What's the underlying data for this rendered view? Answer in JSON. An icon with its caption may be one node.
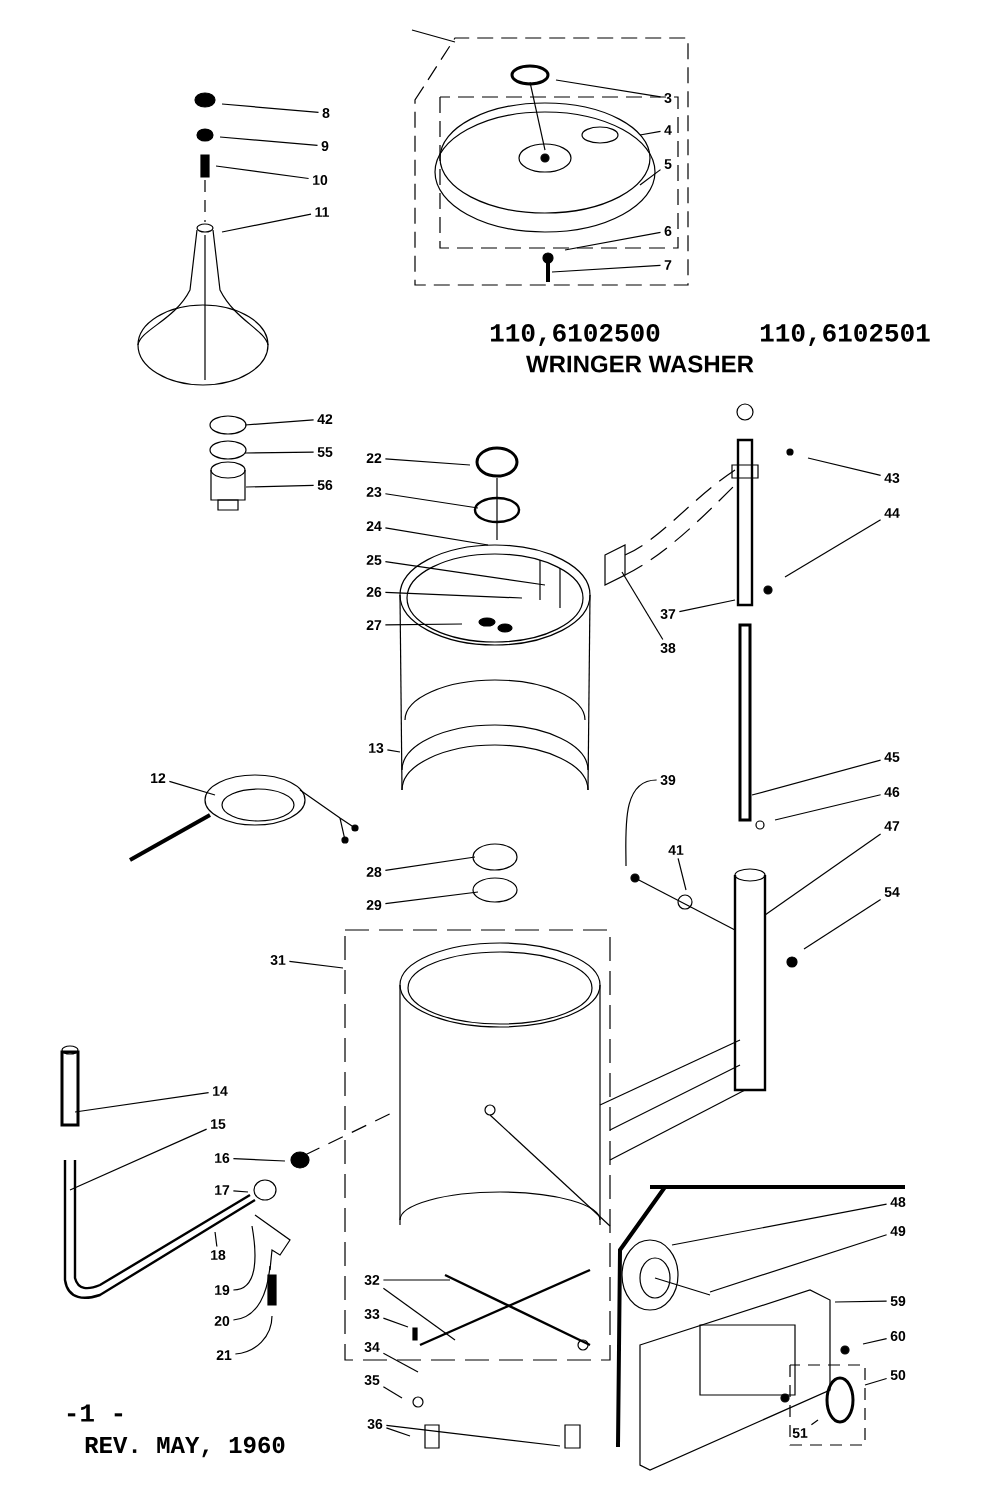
{
  "diagram": {
    "nodes": [
      {
        "text": [
          "3"
        ]
      },
      {
        "text": [
          "4"
        ]
      },
      {
        "text": [
          "5"
        ]
      },
      {
        "text": [
          "6"
        ]
      },
      {
        "text": [
          "7"
        ]
      },
      {
        "text": [
          "8"
        ]
      },
      {
        "text": [
          "9"
        ]
      },
      {
        "text": [
          "10"
        ]
      },
      {
        "text": [
          "11"
        ]
      },
      {
        "text": [
          "42"
        ]
      },
      {
        "text": [
          "55"
        ]
      },
      {
        "text": [
          "56"
        ]
      },
      {
        "text": [
          "22"
        ]
      },
      {
        "text": [
          "23"
        ]
      },
      {
        "text": [
          "24"
        ]
      },
      {
        "text": [
          "25"
        ]
      },
      {
        "text": [
          "26"
        ]
      },
      {
        "text": [
          "27"
        ]
      },
      {
        "text": [
          "43"
        ]
      },
      {
        "text": [
          "44"
        ]
      },
      {
        "text": [
          "37"
        ]
      },
      {
        "text": [
          "38"
        ]
      },
      {
        "text": [
          "13"
        ]
      },
      {
        "text": [
          "12"
        ]
      },
      {
        "text": [
          "45"
        ]
      },
      {
        "text": [
          "46"
        ]
      },
      {
        "text": [
          "47"
        ]
      },
      {
        "text": [
          "39"
        ]
      },
      {
        "text": [
          "41"
        ]
      },
      {
        "text": [
          "54"
        ]
      },
      {
        "text": [
          "28"
        ]
      },
      {
        "text": [
          "29"
        ]
      },
      {
        "text": [
          "31"
        ]
      },
      {
        "text": [
          "14"
        ]
      },
      {
        "text": [
          "15"
        ]
      },
      {
        "text": [
          "16"
        ]
      },
      {
        "text": [
          "17"
        ]
      },
      {
        "text": [
          "18"
        ]
      },
      {
        "text": [
          "19"
        ]
      },
      {
        "text": [
          "20"
        ]
      },
      {
        "text": [
          "21"
        ]
      },
      {
        "text": [
          "32"
        ]
      },
      {
        "text": [
          "33"
        ]
      },
      {
        "text": [
          "34"
        ]
      },
      {
        "text": [
          "35"
        ]
      },
      {
        "text": [
          "36"
        ]
      },
      {
        "text": [
          "48"
        ]
      },
      {
        "text": [
          "49"
        ]
      },
      {
        "text": [
          "59"
        ]
      },
      {
        "text": [
          "60"
        ]
      },
      {
        "text": [
          "50"
        ]
      },
      {
        "text": [
          "51"
        ]
      }
    ],
    "edges": [
      {
        "from": 0,
        "to": null,
        "arrow": "none"
      },
      {
        "from": 1,
        "to": null,
        "arrow": "none"
      },
      {
        "from": 2,
        "to": null,
        "arrow": "none"
      },
      {
        "from": 3,
        "to": null,
        "arrow": "none"
      },
      {
        "from": 4,
        "to": null,
        "arrow": "none"
      },
      {
        "from": 5,
        "to": null,
        "arrow": "none"
      },
      {
        "from": 6,
        "to": null,
        "arrow": "none"
      },
      {
        "from": 7,
        "to": null,
        "arrow": "none"
      },
      {
        "from": 8,
        "to": null,
        "arrow": "none"
      },
      {
        "from": 9,
        "to": null,
        "arrow": "none"
      },
      {
        "from": 10,
        "to": null,
        "arrow": "none"
      },
      {
        "from": 11,
        "to": null,
        "arrow": "none"
      },
      {
        "from": 12,
        "to": null,
        "arrow": "none"
      },
      {
        "from": 13,
        "to": null,
        "arrow": "none"
      },
      {
        "from": 14,
        "to": null,
        "arrow": "none"
      },
      {
        "from": 15,
        "to": null,
        "arrow": "none"
      },
      {
        "from": 16,
        "to": null,
        "arrow": "none"
      },
      {
        "from": 17,
        "to": null,
        "arrow": "none"
      },
      {
        "from": 18,
        "to": null,
        "arrow": "none"
      },
      {
        "from": 19,
        "to": null,
        "arrow": "none"
      },
      {
        "from": 20,
        "to": null,
        "arrow": "none"
      },
      {
        "from": 21,
        "to": null,
        "arrow": "none"
      },
      {
        "from": 22,
        "to": null,
        "arrow": "none"
      },
      {
        "from": 23,
        "to": null,
        "arrow": "none"
      },
      {
        "from": 24,
        "to": null,
        "arrow": "none"
      },
      {
        "from": 25,
        "to": null,
        "arrow": "none"
      },
      {
        "from": 26,
        "to": null,
        "arrow": "none"
      },
      {
        "from": 27,
        "to": null,
        "arrow": "none"
      },
      {
        "from": 28,
        "to": null,
        "arrow": "none"
      },
      {
        "from": 29,
        "to": null,
        "arrow": "none"
      },
      {
        "from": 30,
        "to": null,
        "arrow": "none"
      },
      {
        "from": 31,
        "to": null,
        "arrow": "none"
      },
      {
        "from": 32,
        "to": null,
        "arrow": "none"
      },
      {
        "from": 33,
        "to": null,
        "arrow": "none"
      },
      {
        "from": 34,
        "to": null,
        "arrow": "none"
      },
      {
        "from": 35,
        "to": null,
        "arrow": "none"
      },
      {
        "from": 36,
        "to": null,
        "arrow": "none"
      },
      {
        "from": 37,
        "to": null,
        "arrow": "none"
      },
      {
        "from": 38,
        "to": null,
        "arrow": "none"
      },
      {
        "from": 39,
        "to": null,
        "arrow": "none"
      },
      {
        "from": 40,
        "to": null,
        "arrow": "none"
      },
      {
        "from": 41,
        "to": null,
        "arrow": "none"
      },
      {
        "from": 41,
        "to": null,
        "arrow": "none"
      },
      {
        "from": 42,
        "to": null,
        "arrow": "none"
      },
      {
        "from": 43,
        "to": null,
        "arrow": "none"
      },
      {
        "from": 44,
        "to": null,
        "arrow": "none"
      },
      {
        "from": 45,
        "to": null,
        "arrow": "none"
      },
      {
        "from": 45,
        "to": null,
        "arrow": "none"
      },
      {
        "from": 46,
        "to": null,
        "arrow": "none"
      },
      {
        "from": 47,
        "to": null,
        "arrow": "none"
      },
      {
        "from": 48,
        "to": null,
        "arrow": "none"
      },
      {
        "from": 49,
        "to": null,
        "arrow": "none"
      },
      {
        "from": 50,
        "to": null,
        "arrow": "none"
      },
      {
        "from": 51,
        "to": null,
        "arrow": "none"
      }
    ],
    "labels": [
      "110,6102500",
      "110,6102501",
      "WRINGER WASHER",
      "-1 -",
      "REV. MAY, 1960"
    ]
  }
}
